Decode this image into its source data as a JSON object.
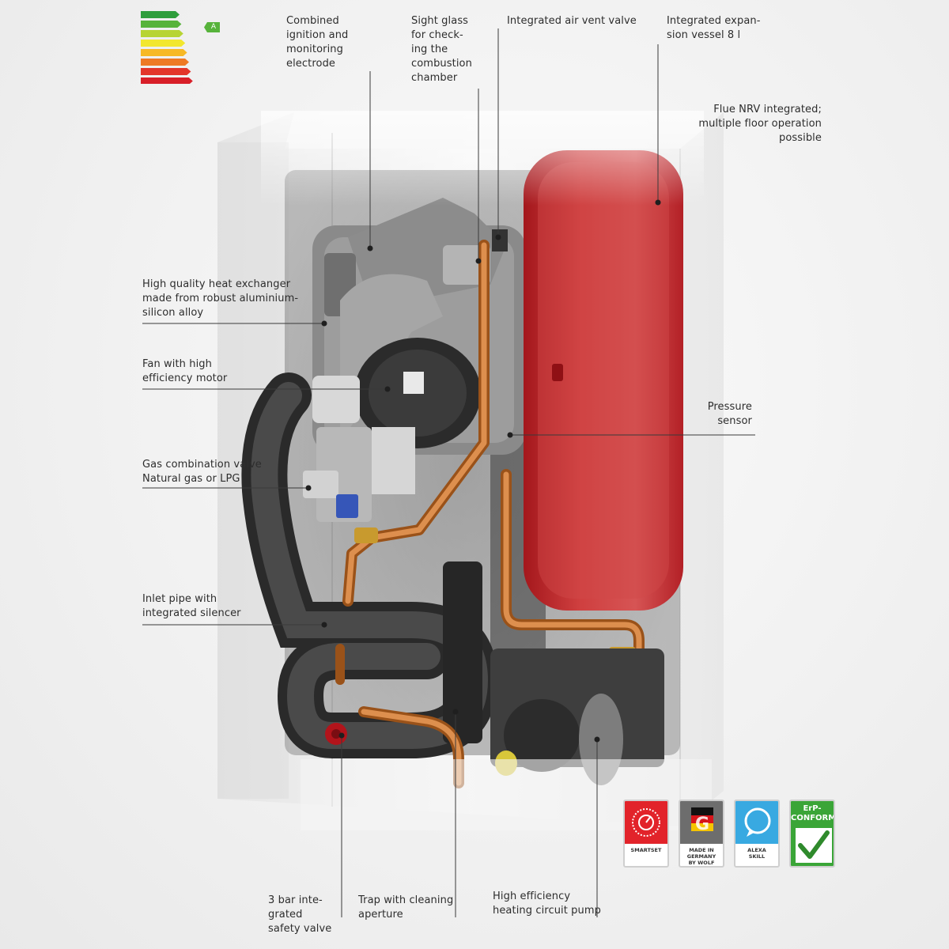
{
  "energy_label": {
    "rating": "A",
    "colors": [
      "#2f9e3d",
      "#57b33b",
      "#b7d433",
      "#f2e72f",
      "#f7b926",
      "#ee7a25",
      "#e3352a",
      "#d81f28"
    ]
  },
  "callouts": [
    {
      "id": "electrode",
      "text": "Combined\nignition and\nmonitoring\nelectrode"
    },
    {
      "id": "sight-glass",
      "text": "Sight glass\nfor check-\ning the\ncombustion\nchamber"
    },
    {
      "id": "air-vent",
      "text": "Integrated air vent valve"
    },
    {
      "id": "expansion-vessel",
      "text": "Integrated expan-\nsion vessel 8 l"
    },
    {
      "id": "flue-nrv",
      "text": "Flue NRV integrated;\nmultiple floor operation\npossible"
    },
    {
      "id": "heat-exchanger",
      "text": "High quality heat exchanger\nmade from robust aluminium-\nsilicon alloy"
    },
    {
      "id": "fan",
      "text": "Fan with high\nefficiency  motor"
    },
    {
      "id": "pressure-sensor",
      "text": "Pressure\nsensor"
    },
    {
      "id": "gas-valve",
      "text": "Gas combination valve\nNatural gas or LPG"
    },
    {
      "id": "inlet-pipe",
      "text": "Inlet pipe with\nintegrated silencer"
    },
    {
      "id": "safety-valve",
      "text": "3 bar inte-\ngrated\nsafety valve"
    },
    {
      "id": "trap",
      "text": "Trap with cleaning\naperture"
    },
    {
      "id": "pump",
      "text": "High efficiency\nheating circuit pump"
    }
  ],
  "badges": [
    {
      "id": "smartset",
      "label": "SMARTSET",
      "color": "#e2232a"
    },
    {
      "id": "made-in-germany",
      "label": "MADE IN\nGERMANY\nBY WOLF",
      "color": "#6d6d6d"
    },
    {
      "id": "alexa",
      "label": "ALEXA\nSKILL",
      "color": "#38a9e1"
    },
    {
      "id": "erp",
      "label": "ErP-\nCONFORM",
      "color": "#3aa537"
    }
  ]
}
